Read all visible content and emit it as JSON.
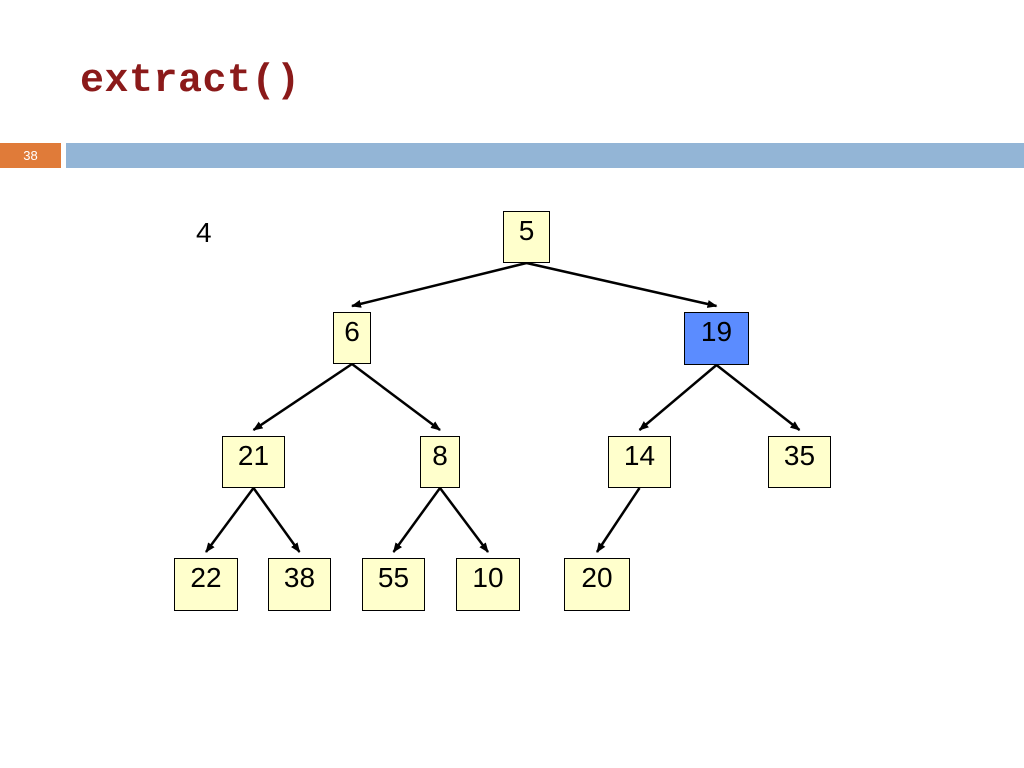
{
  "title": "extract()",
  "slide_number": "38",
  "side_value": "4",
  "colors": {
    "title": "#8b1a1a",
    "node_fill": "#ffffcc",
    "highlight_fill": "#5b8cff",
    "number_tab": "#e07b39",
    "rule": "#93b5d6"
  },
  "heap": {
    "nodes": [
      {
        "id": "n5",
        "value": "5",
        "highlighted": false
      },
      {
        "id": "n6",
        "value": "6",
        "highlighted": false
      },
      {
        "id": "n19",
        "value": "19",
        "highlighted": true
      },
      {
        "id": "n21",
        "value": "21",
        "highlighted": false
      },
      {
        "id": "n8",
        "value": "8",
        "highlighted": false
      },
      {
        "id": "n14",
        "value": "14",
        "highlighted": false
      },
      {
        "id": "n35",
        "value": "35",
        "highlighted": false
      },
      {
        "id": "n22",
        "value": "22",
        "highlighted": false
      },
      {
        "id": "n38",
        "value": "38",
        "highlighted": false
      },
      {
        "id": "n55",
        "value": "55",
        "highlighted": false
      },
      {
        "id": "n10",
        "value": "10",
        "highlighted": false
      },
      {
        "id": "n20",
        "value": "20",
        "highlighted": false
      }
    ],
    "edges": [
      {
        "from": "n5",
        "to": "n6"
      },
      {
        "from": "n5",
        "to": "n19"
      },
      {
        "from": "n6",
        "to": "n21"
      },
      {
        "from": "n6",
        "to": "n8"
      },
      {
        "from": "n19",
        "to": "n14"
      },
      {
        "from": "n19",
        "to": "n35"
      },
      {
        "from": "n21",
        "to": "n22"
      },
      {
        "from": "n21",
        "to": "n38"
      },
      {
        "from": "n8",
        "to": "n55"
      },
      {
        "from": "n8",
        "to": "n10"
      },
      {
        "from": "n14",
        "to": "n20"
      }
    ]
  }
}
